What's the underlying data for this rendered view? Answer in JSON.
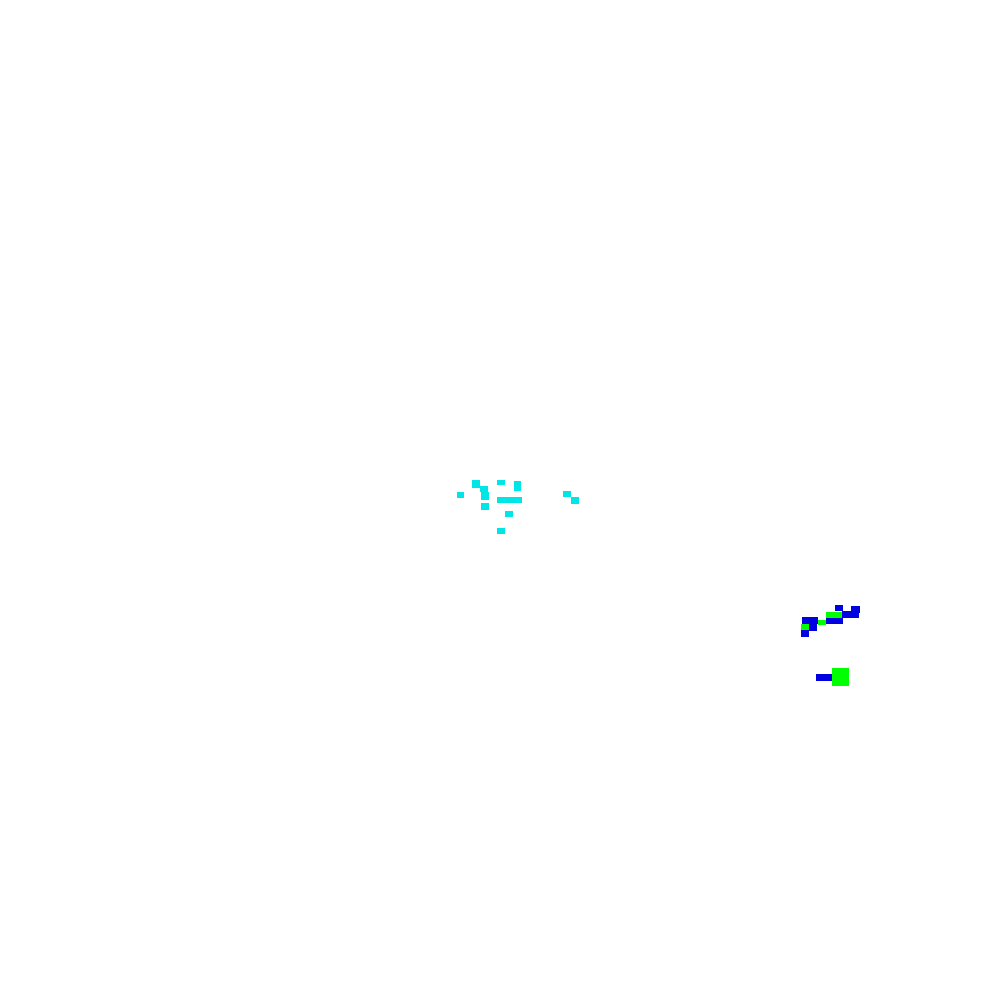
{
  "scene": {
    "background_color": "#ffffff",
    "pixel_groups": [
      {
        "name": "cyan-cluster",
        "color": "#00e5e5"
      },
      {
        "name": "blue-green-cluster",
        "colors": {
          "blue": "#0000e0",
          "green": "#00ff00"
        }
      },
      {
        "name": "green-marker",
        "colors": {
          "blue": "#0000e0",
          "green": "#00ff00"
        }
      }
    ]
  }
}
